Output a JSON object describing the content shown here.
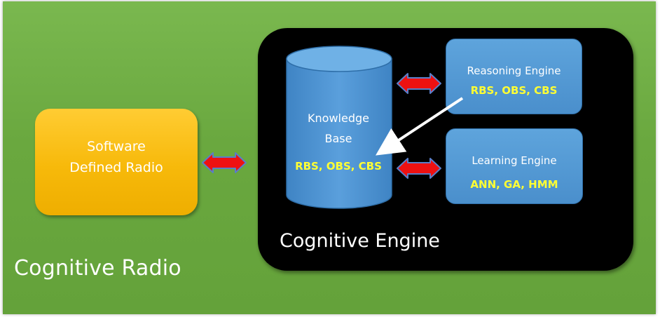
{
  "diagram": {
    "outer_label": "Cognitive Radio",
    "sdr": {
      "line1": "Software",
      "line2": "Defined Radio"
    },
    "engine_label": "Cognitive Engine",
    "knowledge_base": {
      "line1": "Knowledge",
      "line2": "Base",
      "sub": "RBS, OBS, CBS"
    },
    "reasoning_engine": {
      "title": "Reasoning Engine",
      "sub": "RBS, OBS, CBS"
    },
    "learning_engine": {
      "title": "Learning Engine",
      "sub": "ANN, GA, HMM"
    }
  },
  "colors": {
    "outer_bg": "#6aa83f",
    "sdr_fill": "#f7b90a",
    "engine_bg": "#000000",
    "component_fill": "#4a8fcc",
    "highlight_text": "#ffff33",
    "arrow_red": "#ee1111",
    "arrow_border": "#5a7ec8"
  }
}
